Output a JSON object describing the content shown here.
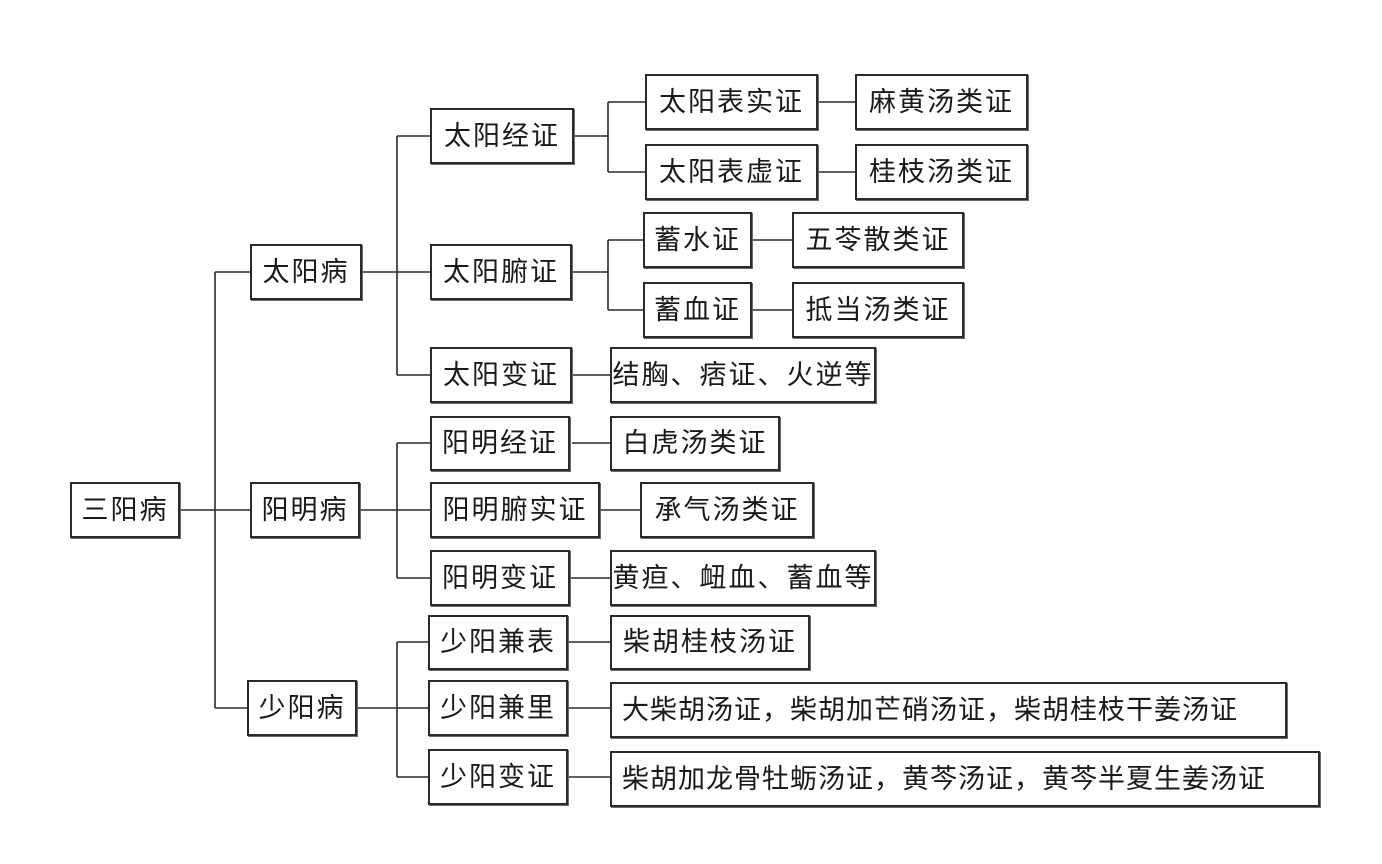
{
  "root": "三阳病",
  "diseases": {
    "taiyang": {
      "label": "太阳病",
      "jing": {
        "label": "太阳经证",
        "shi": "太阳表实证",
        "shi_result": "麻黄汤类证",
        "xu": "太阳表虚证",
        "xu_result": "桂枝汤类证"
      },
      "fu": {
        "label": "太阳腑证",
        "shui": "蓄水证",
        "shui_result": "五苓散类证",
        "xue": "蓄血证",
        "xue_result": "抵当汤类证"
      },
      "bian": {
        "label": "太阳变证",
        "result": "结胸、痞证、火逆等"
      }
    },
    "yangming": {
      "label": "阳明病",
      "jing": {
        "label": "阳明经证",
        "result": "白虎汤类证"
      },
      "fushi": {
        "label": "阳明腑实证",
        "result": "承气汤类证"
      },
      "bian": {
        "label": "阳明变证",
        "result": "黄疸、衄血、蓄血等"
      }
    },
    "shaoyang": {
      "label": "少阳病",
      "biao": {
        "label": "少阳兼表",
        "result": "柴胡桂枝汤证"
      },
      "li": {
        "label": "少阳兼里",
        "result": "大柴胡汤证，柴胡加芒硝汤证，柴胡桂枝干姜汤证"
      },
      "bian": {
        "label": "少阳变证",
        "result": "柴胡加龙骨牡蛎汤证，黄芩汤证，黄芩半夏生姜汤证"
      }
    }
  }
}
